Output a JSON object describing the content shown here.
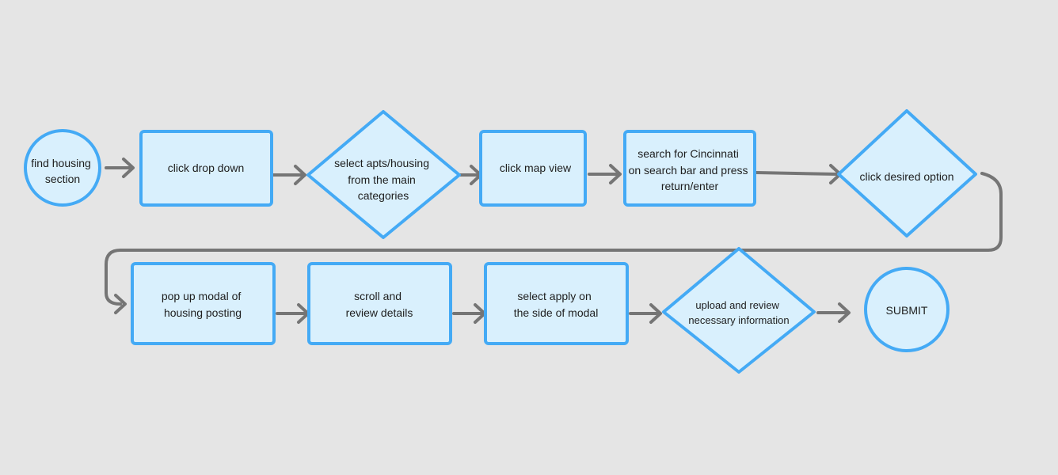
{
  "colors": {
    "background": "#e5e5e5",
    "shape_fill": "#d9f0fd",
    "shape_stroke": "#44aaf5",
    "connector": "#757575",
    "text": "#1e1e1e"
  },
  "nodes": {
    "find_housing": {
      "shape": "circle",
      "lines": [
        "find housing",
        "section"
      ]
    },
    "click_drop_down": {
      "shape": "rectangle",
      "lines": [
        "click drop down"
      ]
    },
    "select_apts": {
      "shape": "diamond",
      "lines": [
        "select apts/housing",
        "from the main",
        "categories"
      ]
    },
    "click_map_view": {
      "shape": "rectangle",
      "lines": [
        "click map view"
      ]
    },
    "search_cincinnati": {
      "shape": "rectangle",
      "lines": [
        "search for Cincinnati",
        "on search bar and press",
        "return/enter"
      ]
    },
    "click_desired_option": {
      "shape": "diamond",
      "lines": [
        "click desired option"
      ]
    },
    "pop_up_modal": {
      "shape": "rectangle",
      "lines": [
        "pop up modal of",
        "housing posting"
      ]
    },
    "scroll_review": {
      "shape": "rectangle",
      "lines": [
        "scroll and",
        "review details"
      ]
    },
    "select_apply": {
      "shape": "rectangle",
      "lines": [
        "select apply on",
        "the side of modal"
      ]
    },
    "upload_review": {
      "shape": "diamond",
      "lines": [
        "upload and review",
        "necessary information"
      ]
    },
    "submit": {
      "shape": "circle",
      "lines": [
        "SUBMIT"
      ]
    }
  }
}
